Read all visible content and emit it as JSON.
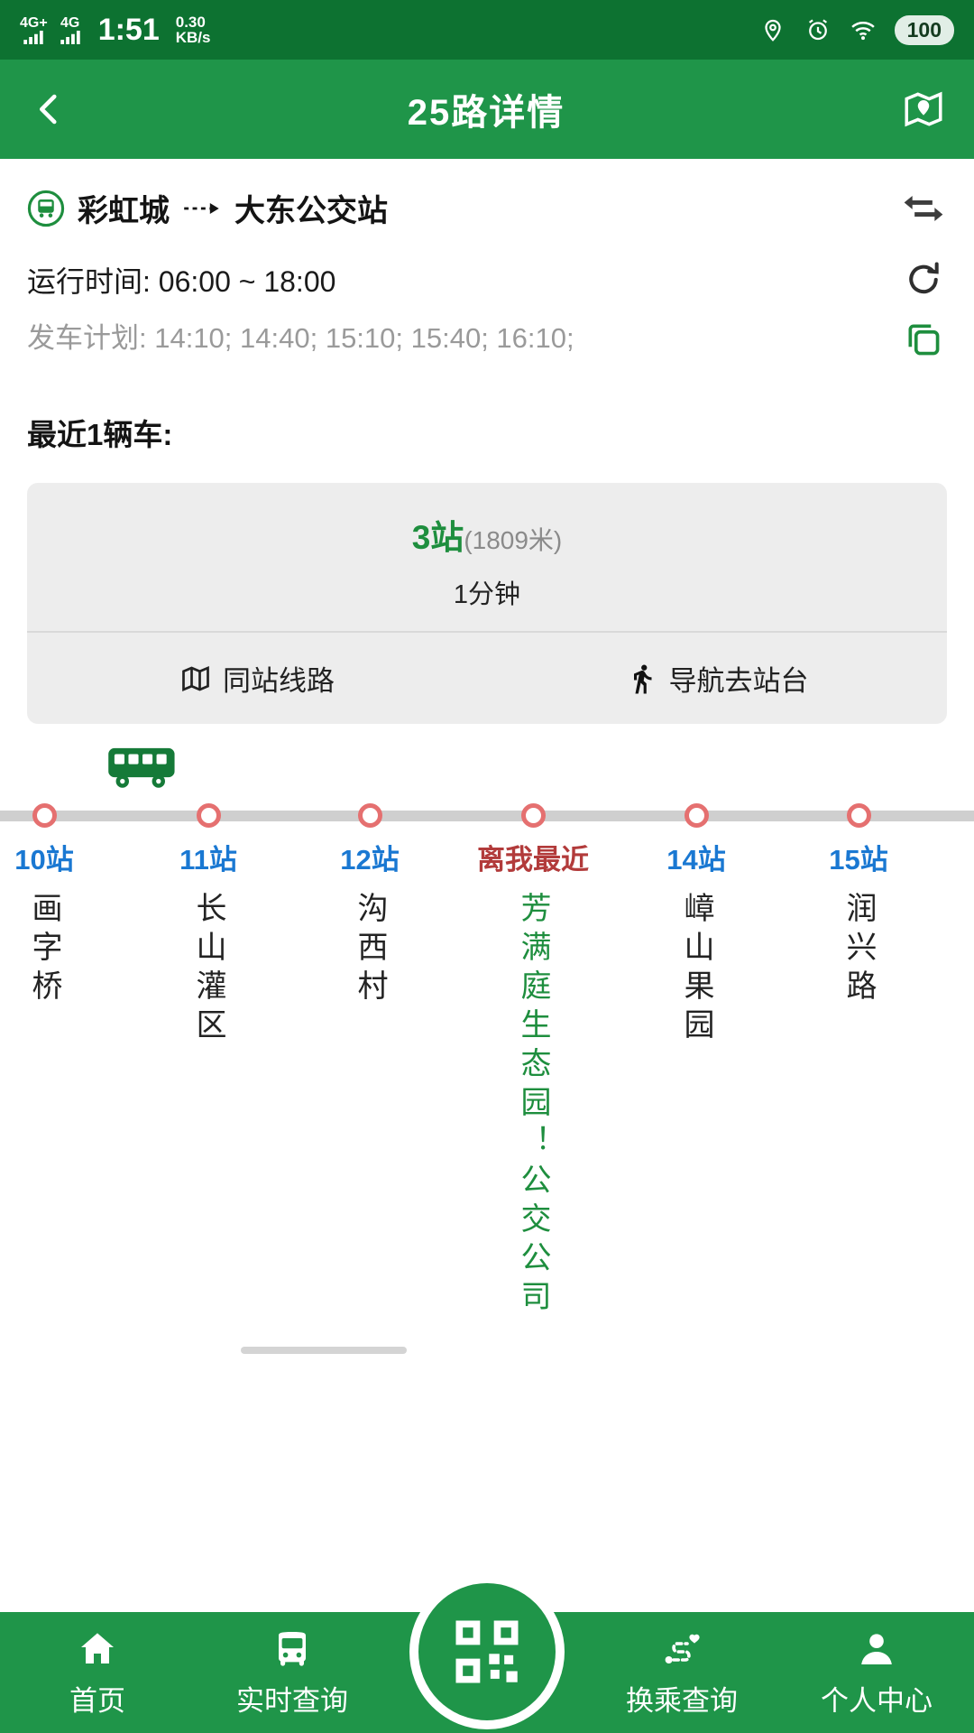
{
  "status_bar": {
    "net1": "4G+",
    "net2": "4G",
    "time": "1:51",
    "speed_value": "0.30",
    "speed_unit": "KB/s",
    "battery": "100"
  },
  "header": {
    "title": "25路详情"
  },
  "route": {
    "origin": "彩虹城",
    "destination": "大东公交站",
    "run_time": "运行时间: 06:00 ~ 18:00",
    "schedule": "发车计划: 14:10; 14:40; 15:10; 15:40; 16:10;",
    "nearest_heading": "最近1辆车:"
  },
  "card": {
    "stops": "3站",
    "distance": "(1809米)",
    "eta": "1分钟",
    "same_station": "同站线路",
    "navigate": "导航去站台"
  },
  "stations": [
    {
      "label": "10站",
      "name": "画字桥"
    },
    {
      "label": "11站",
      "name": "长山灌区"
    },
    {
      "label": "12站",
      "name": "沟西村"
    },
    {
      "label": "离我最近",
      "name": "芳满庭生态园！公交公司（"
    },
    {
      "label": "14站",
      "name": "嶂山果园"
    },
    {
      "label": "15站",
      "name": "润兴路"
    }
  ],
  "nav": {
    "items": [
      {
        "label": "首页"
      },
      {
        "label": "实时查询"
      },
      {
        "label": "换乘查询"
      },
      {
        "label": "个人中心"
      }
    ]
  },
  "colors": {
    "green": "#1f9549",
    "status_green": "#0d7231",
    "accent_green": "#1e8e3e",
    "station_blue": "#1a78d2",
    "nearest_red": "#b23b3b",
    "line_gray": "#cfcfcf",
    "circle_border": "#e57070"
  }
}
